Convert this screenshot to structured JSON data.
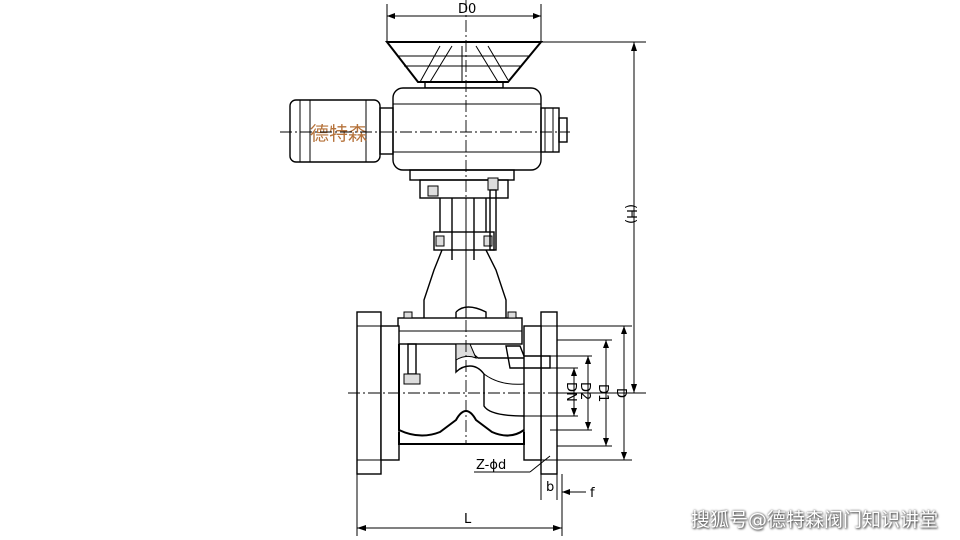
{
  "labels": {
    "d0": "D0",
    "h": "(H)",
    "dn": "DN",
    "d2": "D2",
    "d1": "D1",
    "d": "D",
    "z_phi_d": "Z-ϕd",
    "b": "b",
    "f": "f",
    "l": "L"
  },
  "motor_brand": "德特森",
  "watermark": "搜狐号@德特森阀门知识讲堂"
}
